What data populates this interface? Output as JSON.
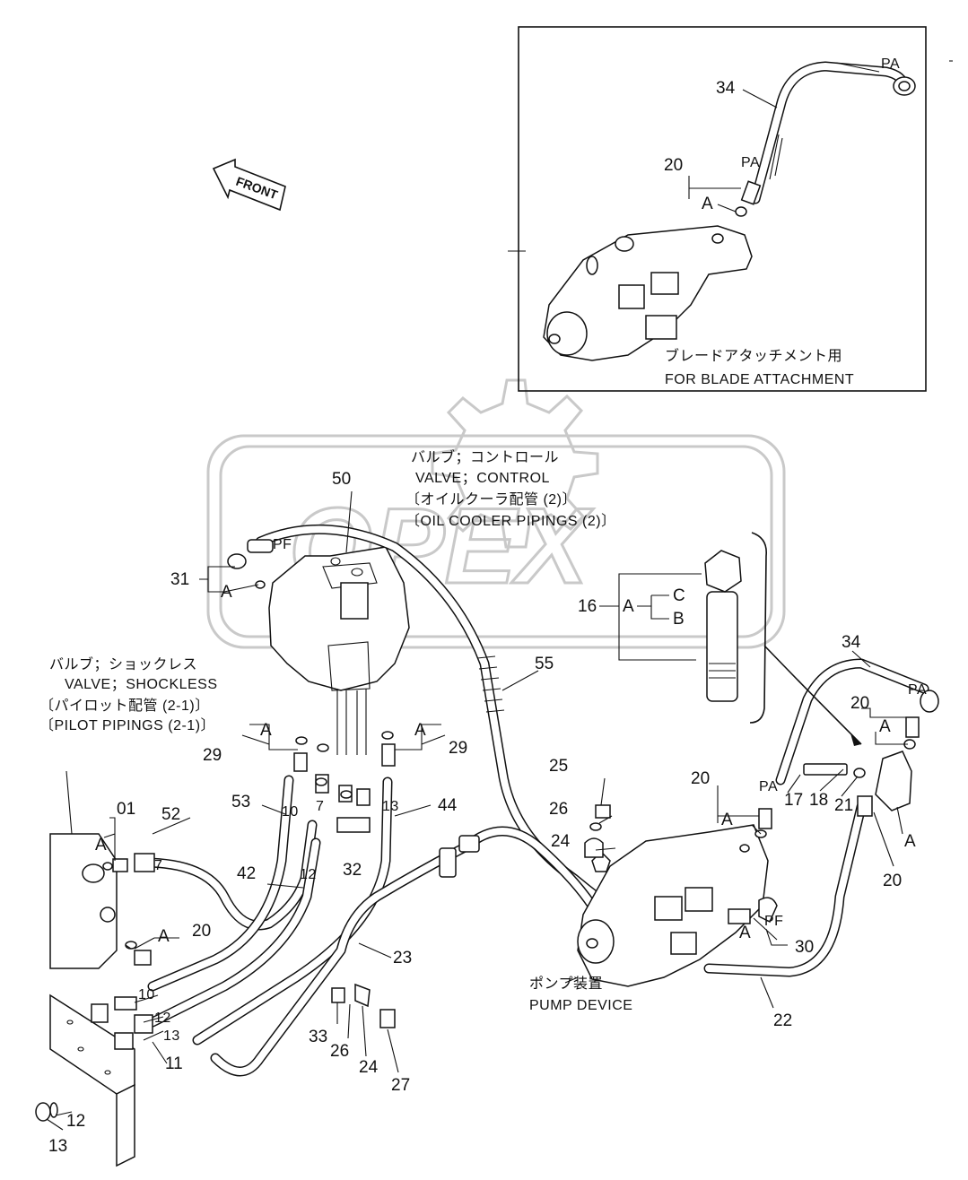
{
  "labels": {
    "front": "FRONT",
    "blade_jp": "ブレードアタッチメント用",
    "blade_en": "FOR BLADE ATTACHMENT",
    "valve_ctrl_jp": "バルブ；コントロール",
    "valve_ctrl_en": "VALVE；CONTROL",
    "oil_cooler_jp": "〔オイルクーラ配管 (2)〕",
    "oil_cooler_en": "〔OIL COOLER PIPINGS (2)〕",
    "valve_shock_jp": "バルブ；ショックレス",
    "valve_shock_en": "VALVE；SHOCKLESS",
    "pilot_jp": "〔パイロット配管 (2-1)〕",
    "pilot_en": "〔PILOT PIPINGS (2-1)〕",
    "pump_jp": "ポンプ装置",
    "pump_en": "PUMP DEVICE",
    "watermark": "OPEX"
  },
  "callouts": {
    "n34a": "34",
    "pa1": "PA",
    "n20a": "20",
    "pa2": "PA",
    "a1": "A",
    "n50": "50",
    "pf1": "PF",
    "n31": "31",
    "a2": "A",
    "n16": "16",
    "a3": "A",
    "c": "C",
    "b": "B",
    "n55": "55",
    "n34b": "34",
    "pa3": "PA",
    "n20b": "20",
    "a4": "A",
    "n29a": "29",
    "a5": "A",
    "n29b": "29",
    "a6": "A",
    "n53": "53",
    "n10a": "10",
    "n7a": "7",
    "n13a": "13",
    "n44": "44",
    "n01": "01",
    "a7": "A",
    "n52": "52",
    "n7b": "7",
    "n42": "42",
    "n12a": "12",
    "n32": "32",
    "n25": "25",
    "n26a": "26",
    "n24a": "24",
    "n20c": "20",
    "pa4": "PA",
    "a8": "A",
    "n17": "17",
    "n18": "18",
    "n21": "21",
    "n20d": "20",
    "a9": "A",
    "pf2": "PF",
    "a10": "A",
    "n30": "30",
    "a11": "A",
    "n20e": "20",
    "n23": "23",
    "n10b": "10",
    "n12b": "12",
    "n13b": "13",
    "n11": "11",
    "n33": "33",
    "n26b": "26",
    "n24b": "24",
    "n27": "27",
    "n22": "22",
    "n12c": "12",
    "n13c": "13"
  }
}
